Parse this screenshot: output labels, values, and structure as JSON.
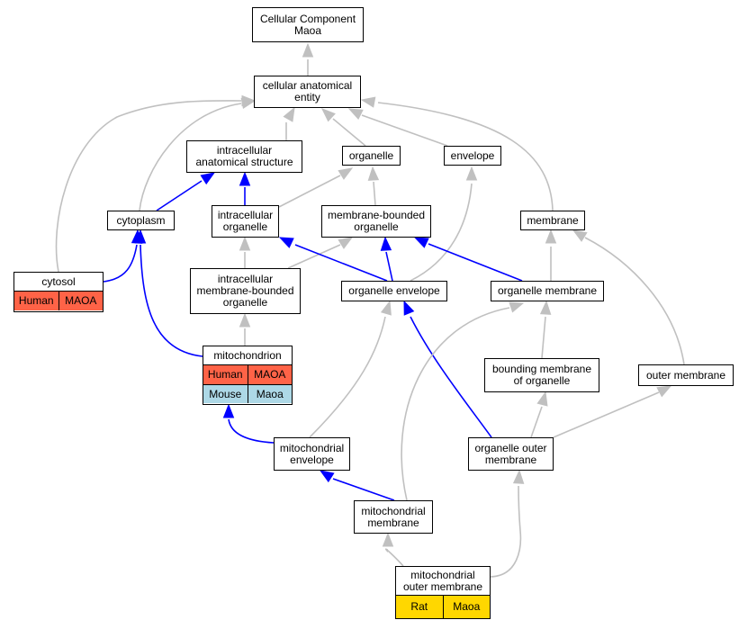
{
  "colors": {
    "gray_edge": "#c0c0c0",
    "blue_edge": "#0000ff",
    "human": "#ff6347",
    "mouse": "#add8e6",
    "rat": "#ffd700"
  },
  "nodes": {
    "root": "Cellular Component\nMaoa",
    "cae": "cellular anatomical\nentity",
    "ias": "intracellular\nanatomical structure",
    "organelle": "organelle",
    "envelope": "envelope",
    "cytoplasm": "cytoplasm",
    "io": "intracellular\norganelle",
    "mbo": "membrane-bounded\norganelle",
    "membrane": "membrane",
    "imbo": "intracellular\nmembrane-bounded\norganelle",
    "oe": "organelle envelope",
    "om": "organelle membrane",
    "bmo": "bounding membrane\nof organelle",
    "outer": "outer membrane",
    "me": "mitochondrial\nenvelope",
    "oom": "organelle outer\nmembrane",
    "mm": "mitochondrial\nmembrane"
  },
  "tables": {
    "cytosol": {
      "title": "cytosol",
      "rows": [
        [
          "Human",
          "MAOA"
        ]
      ]
    },
    "mitochondrion": {
      "title": "mitochondrion",
      "rows": [
        [
          "Human",
          "MAOA"
        ],
        [
          "Mouse",
          "Maoa"
        ]
      ]
    },
    "mom": {
      "title": "mitochondrial\nouter membrane",
      "rows": [
        [
          "Rat",
          "Maoa"
        ]
      ]
    }
  }
}
